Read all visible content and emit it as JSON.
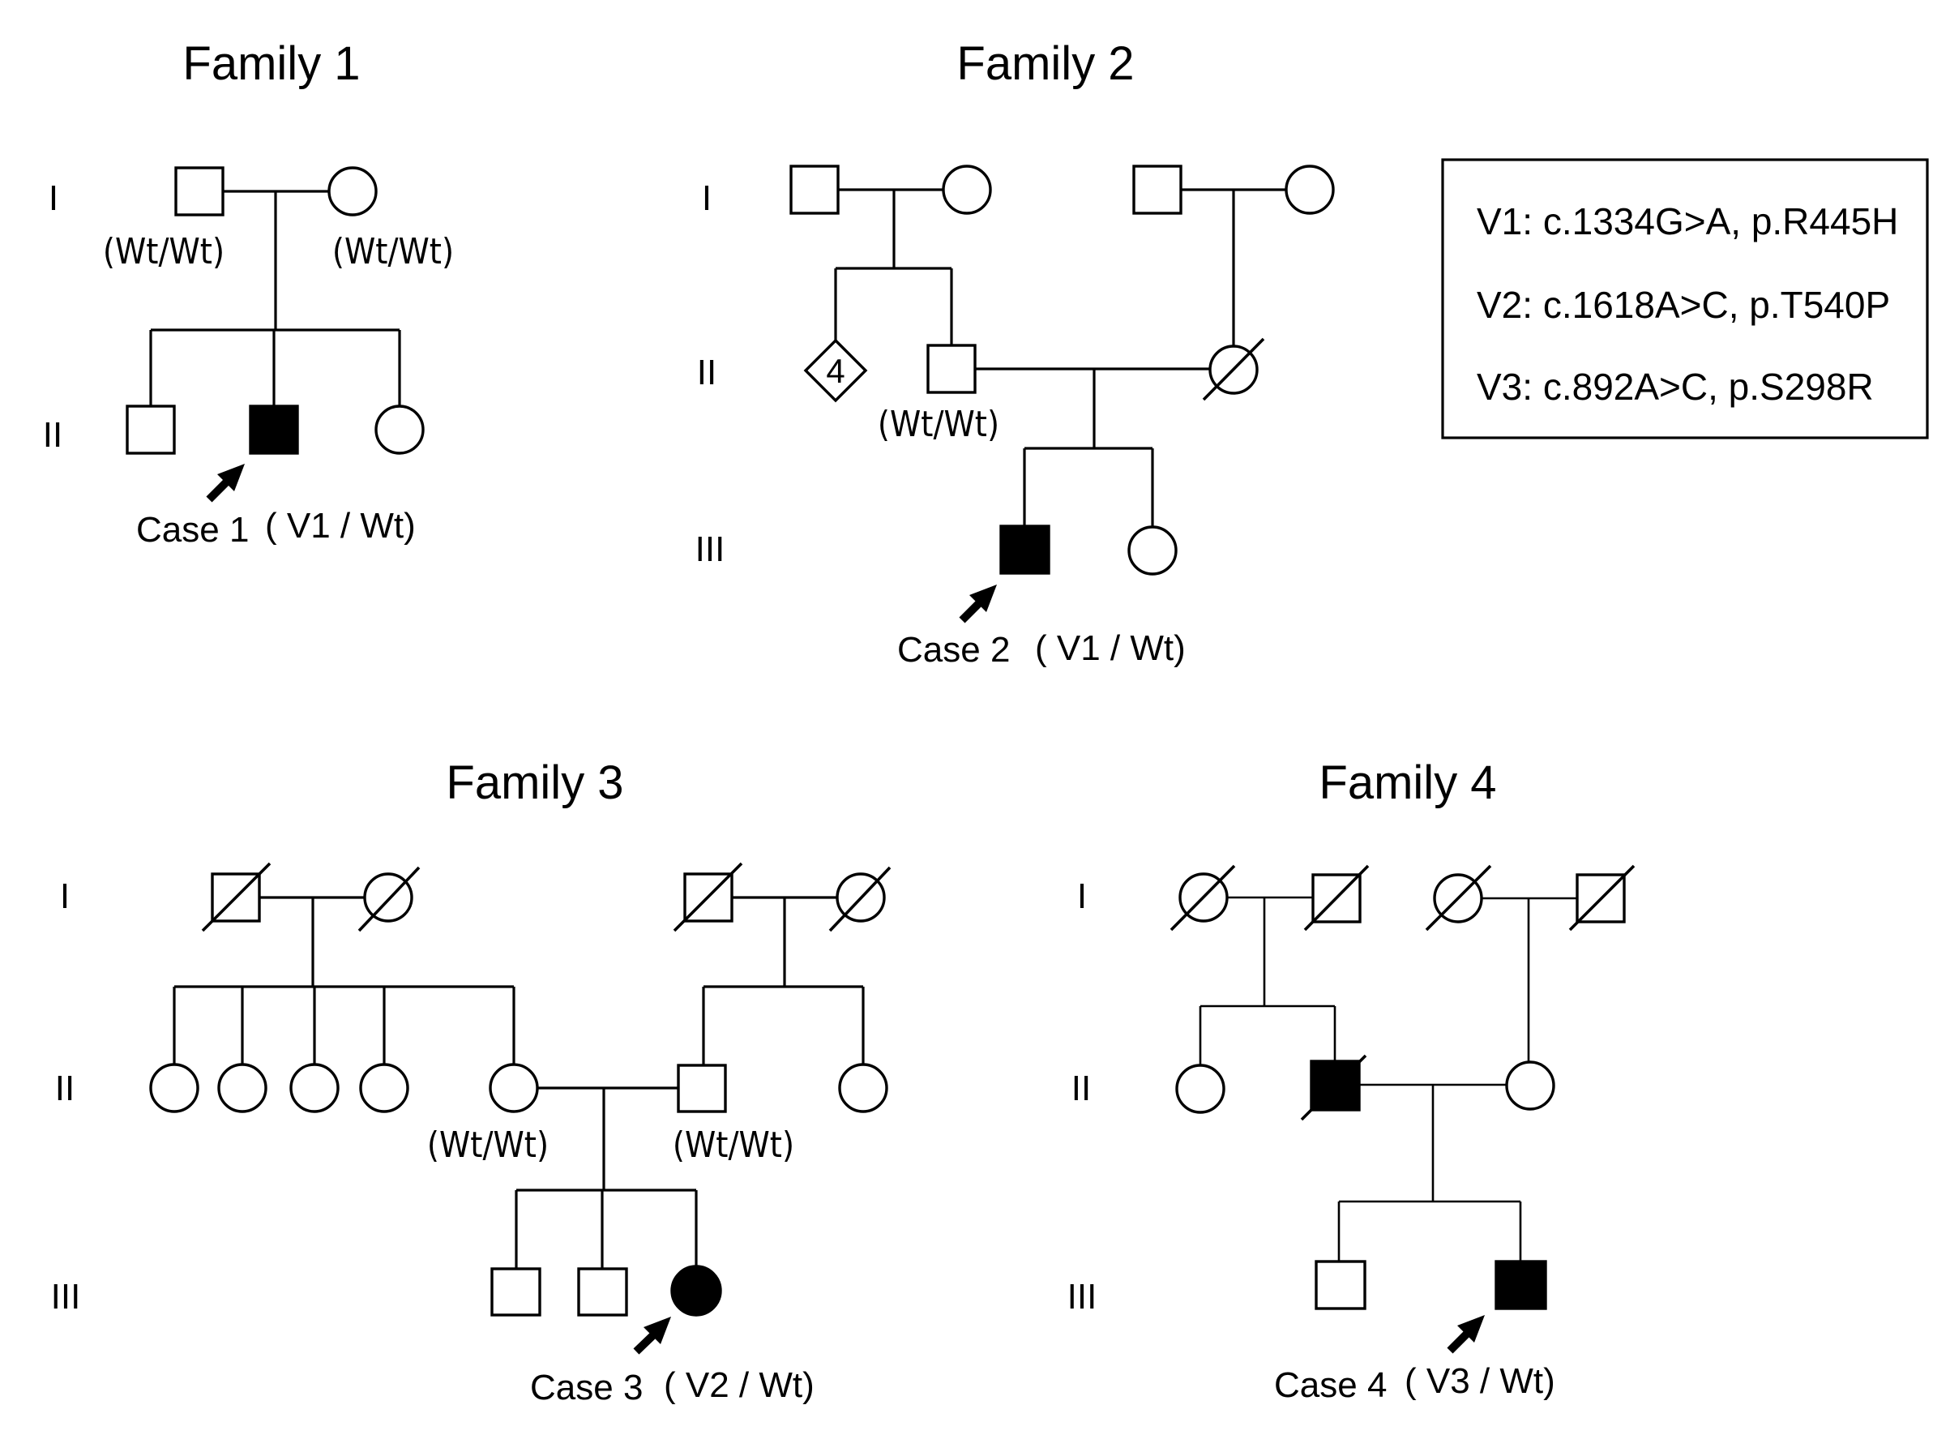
{
  "figure": {
    "type": "pedigree",
    "families": [
      {
        "title": "Family 1",
        "generations": [
          "I",
          "II"
        ],
        "individuals": {
          "I-1": {
            "sex": "male",
            "affected": false,
            "deceased": false,
            "genotype": "(Wt/Wt)"
          },
          "I-2": {
            "sex": "female",
            "affected": false,
            "deceased": false,
            "genotype": "(Wt/Wt)"
          },
          "II-1": {
            "sex": "male",
            "affected": false,
            "deceased": false
          },
          "II-2": {
            "sex": "male",
            "affected": true,
            "deceased": false,
            "proband": true,
            "case_label": "Case 1",
            "genotype": "( V1 / Wt)"
          },
          "II-3": {
            "sex": "female",
            "affected": false,
            "deceased": false
          }
        }
      },
      {
        "title": "Family 2",
        "generations": [
          "I",
          "II",
          "III"
        ],
        "individuals": {
          "I-1": {
            "sex": "male",
            "affected": false,
            "deceased": false
          },
          "I-2": {
            "sex": "female",
            "affected": false,
            "deceased": false
          },
          "I-3": {
            "sex": "male",
            "affected": false,
            "deceased": false
          },
          "I-4": {
            "sex": "female",
            "affected": false,
            "deceased": false
          },
          "II-1": {
            "sex": "unknown",
            "affected": false,
            "deceased": false,
            "count": "4"
          },
          "II-2": {
            "sex": "male",
            "affected": false,
            "deceased": false,
            "genotype": "(Wt/Wt)"
          },
          "II-3": {
            "sex": "female",
            "affected": false,
            "deceased": true
          },
          "III-1": {
            "sex": "male",
            "affected": true,
            "deceased": false,
            "proband": true,
            "case_label": "Case 2",
            "genotype": "( V1 / Wt)"
          },
          "III-2": {
            "sex": "female",
            "affected": false,
            "deceased": false
          }
        }
      },
      {
        "title": "Family 3",
        "generations": [
          "I",
          "II",
          "III"
        ],
        "individuals": {
          "I-1": {
            "sex": "male",
            "affected": false,
            "deceased": true
          },
          "I-2": {
            "sex": "female",
            "affected": false,
            "deceased": true
          },
          "I-3": {
            "sex": "male",
            "affected": false,
            "deceased": true
          },
          "I-4": {
            "sex": "female",
            "affected": false,
            "deceased": true
          },
          "II-1": {
            "sex": "female",
            "affected": false,
            "deceased": false
          },
          "II-2": {
            "sex": "female",
            "affected": false,
            "deceased": false
          },
          "II-3": {
            "sex": "female",
            "affected": false,
            "deceased": false
          },
          "II-4": {
            "sex": "female",
            "affected": false,
            "deceased": false
          },
          "II-5": {
            "sex": "female",
            "affected": false,
            "deceased": false,
            "genotype": "(Wt/Wt)"
          },
          "II-6": {
            "sex": "male",
            "affected": false,
            "deceased": false,
            "genotype": "(Wt/Wt)"
          },
          "II-7": {
            "sex": "female",
            "affected": false,
            "deceased": false
          },
          "III-1": {
            "sex": "male",
            "affected": false,
            "deceased": false
          },
          "III-2": {
            "sex": "male",
            "affected": false,
            "deceased": false
          },
          "III-3": {
            "sex": "female",
            "affected": true,
            "deceased": false,
            "proband": true,
            "case_label": "Case 3",
            "genotype": "( V2 / Wt)"
          }
        }
      },
      {
        "title": "Family 4",
        "generations": [
          "I",
          "II",
          "III"
        ],
        "individuals": {
          "I-1": {
            "sex": "female",
            "affected": false,
            "deceased": true
          },
          "I-2": {
            "sex": "male",
            "affected": false,
            "deceased": true
          },
          "I-3": {
            "sex": "female",
            "affected": false,
            "deceased": true
          },
          "I-4": {
            "sex": "male",
            "affected": false,
            "deceased": true
          },
          "II-1": {
            "sex": "female",
            "affected": false,
            "deceased": false
          },
          "II-2": {
            "sex": "male",
            "affected": true,
            "deceased": true
          },
          "II-3": {
            "sex": "female",
            "affected": false,
            "deceased": false
          },
          "III-1": {
            "sex": "male",
            "affected": false,
            "deceased": false
          },
          "III-2": {
            "sex": "male",
            "affected": true,
            "deceased": false,
            "proband": true,
            "case_label": "Case 4",
            "genotype": "( V3 / Wt)"
          }
        }
      }
    ],
    "legend": [
      "V1: c.1334G>A, p.R445H",
      "V2: c.1618A>C, p.T540P",
      "V3: c.892A>C, p.S298R"
    ]
  }
}
